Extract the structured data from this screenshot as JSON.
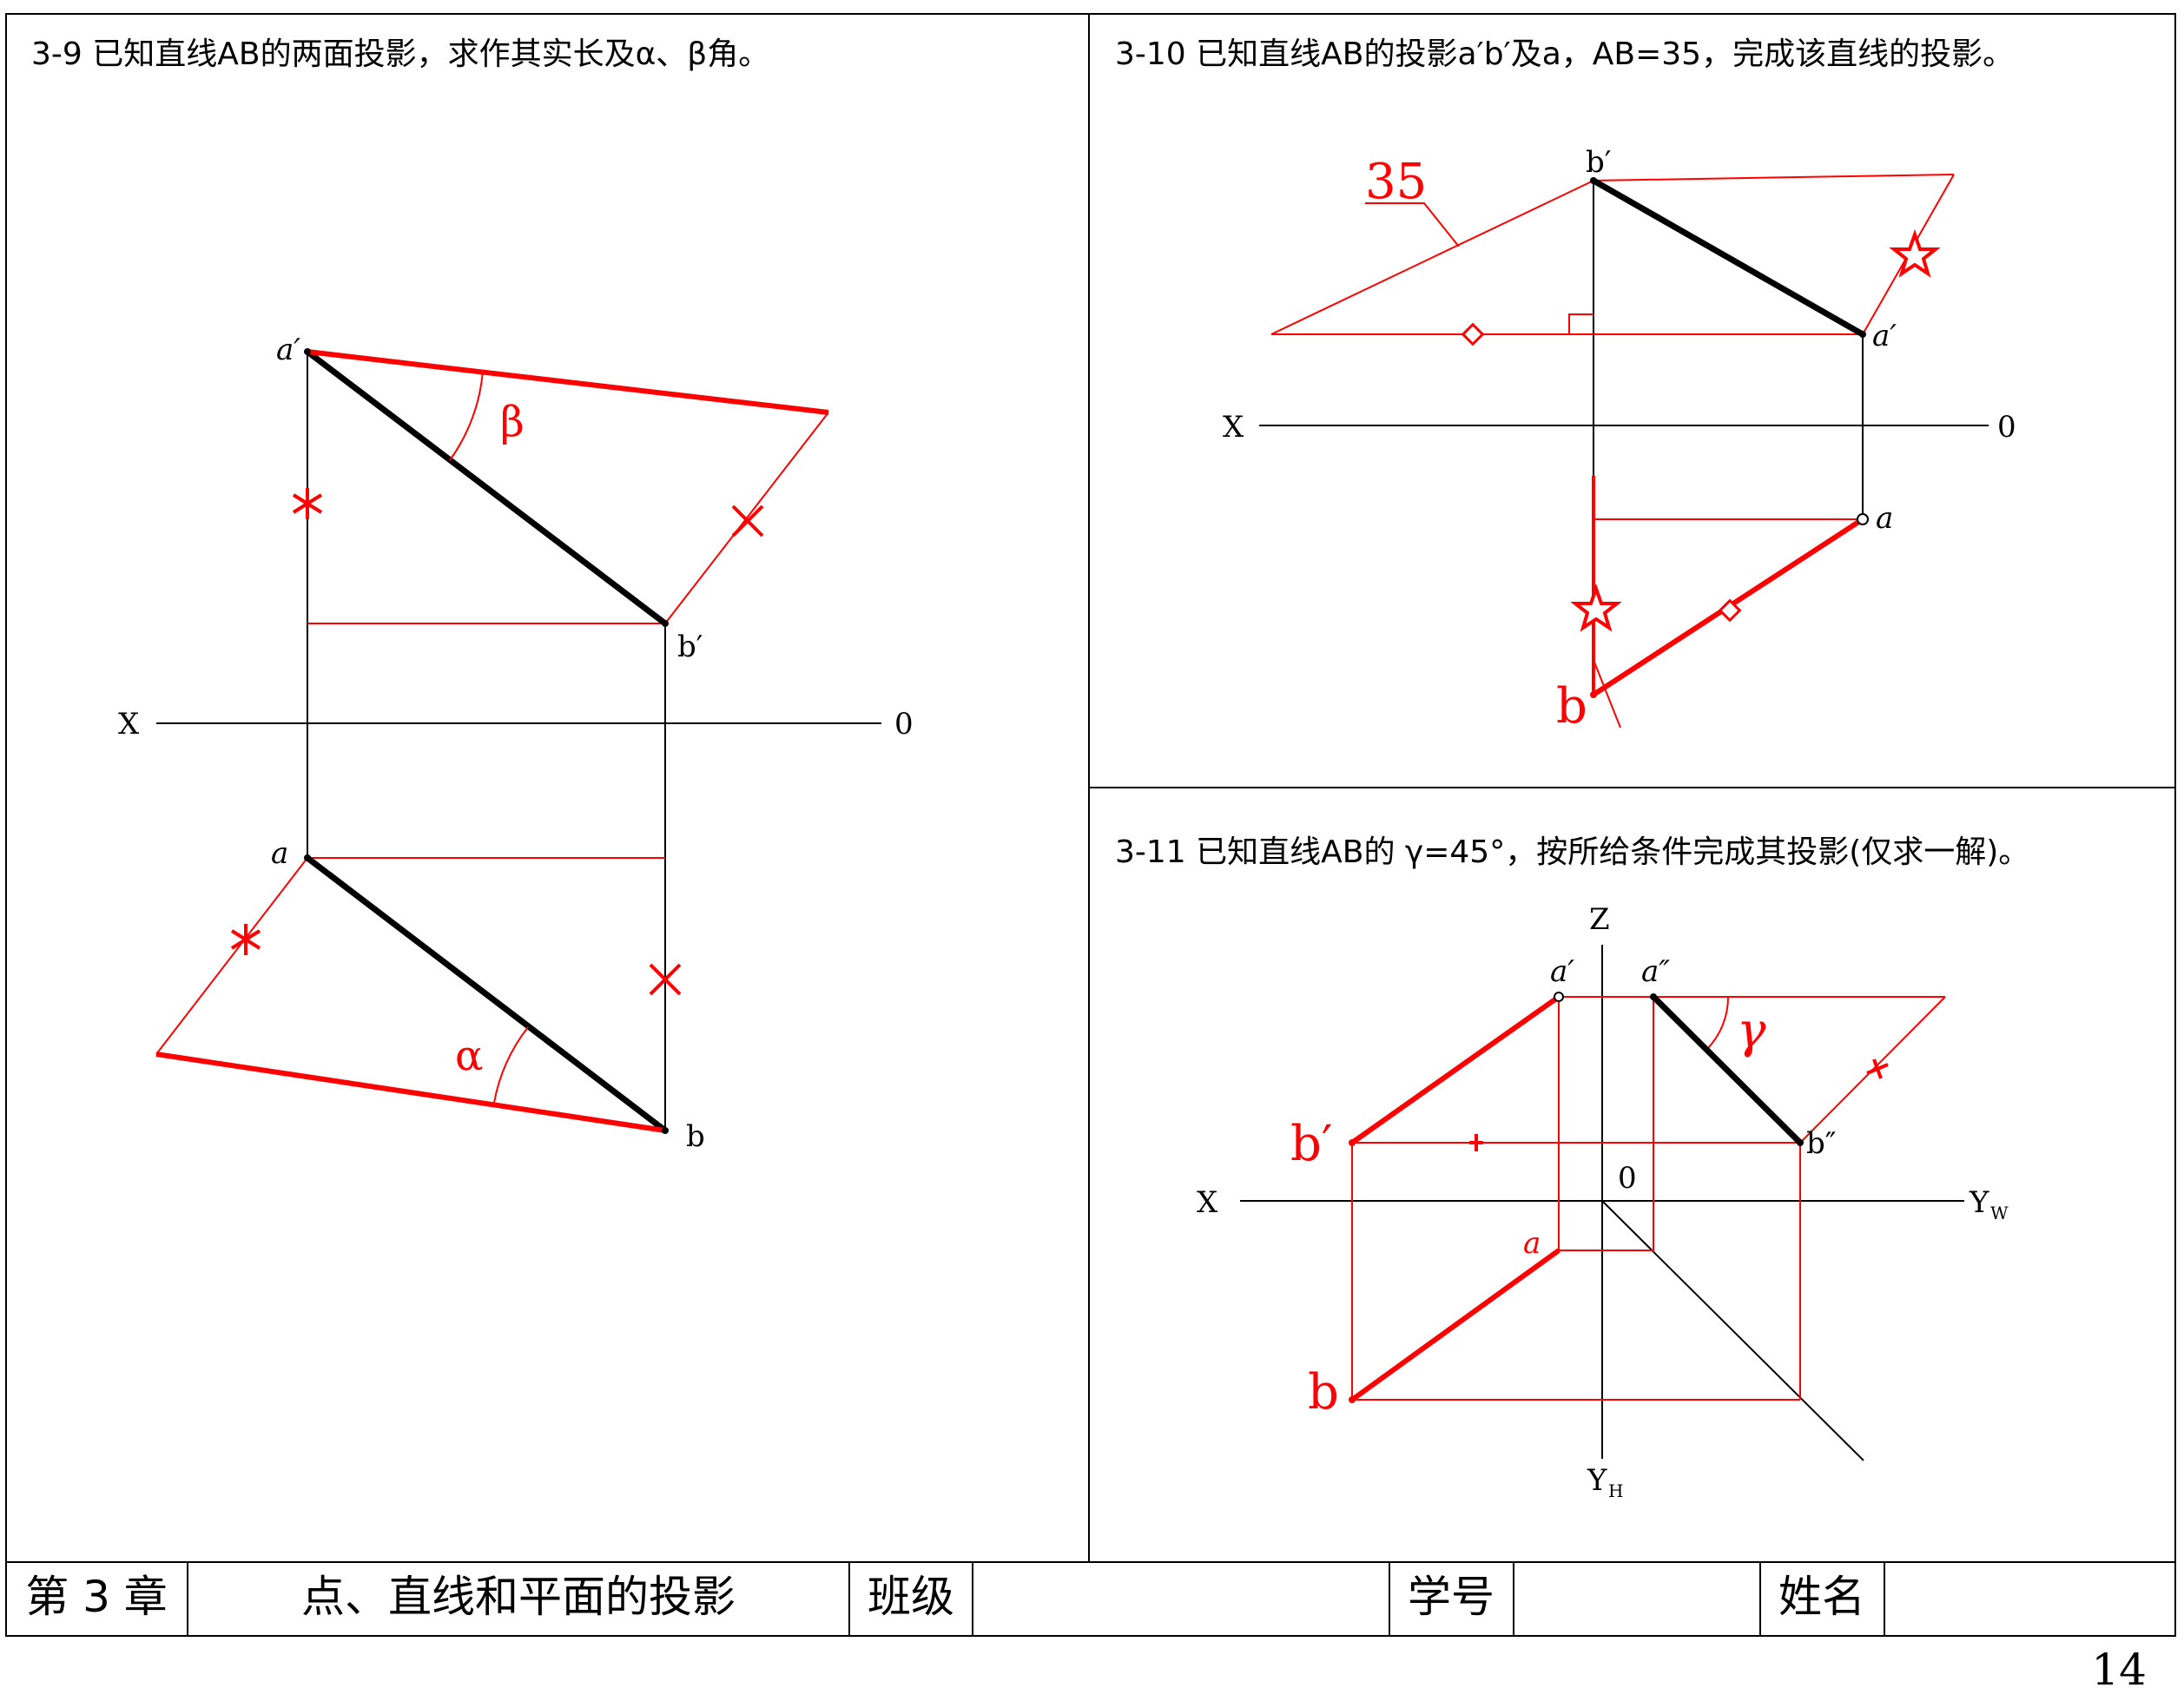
{
  "problems": {
    "p39": {
      "title": "3-9  已知直线AB的两面投影，求作其实长及α、β角。",
      "labels": {
        "a_prime": "a′",
        "b_prime": "b′",
        "a": "a",
        "b": "b",
        "x": "X",
        "o": "0",
        "beta": "β",
        "alpha": "α"
      }
    },
    "p310": {
      "title": "3-10  已知直线AB的投影a′b′及a，AB=35，完成该直线的投影。",
      "labels": {
        "b_prime": "b′",
        "a_prime": "a′",
        "a": "a",
        "b": "b",
        "x": "X",
        "o": "0",
        "dim": "35"
      }
    },
    "p311": {
      "title": "3-11  已知直线AB的 γ=45°，按所给条件完成其投影(仅求一解)。",
      "labels": {
        "z": "Z",
        "a_prime": "a′",
        "a_dbl": "a″",
        "gamma": "γ",
        "b_prime": "b′",
        "b_dbl": "b″",
        "x": "X",
        "o": "0",
        "yw": "Y",
        "yw_sub": "W",
        "a": "a",
        "b": "b",
        "yh": "Y",
        "yh_sub": "H"
      }
    }
  },
  "footer": {
    "chapter": "第 3 章",
    "topic": "点、直线和平面的投影",
    "class_label": "班级",
    "class_value": "",
    "number_label": "学号",
    "number_value": "",
    "name_label": "姓名",
    "name_value": ""
  },
  "page_number": "14",
  "colors": {
    "construction": "#ff0000",
    "given": "#000000"
  }
}
